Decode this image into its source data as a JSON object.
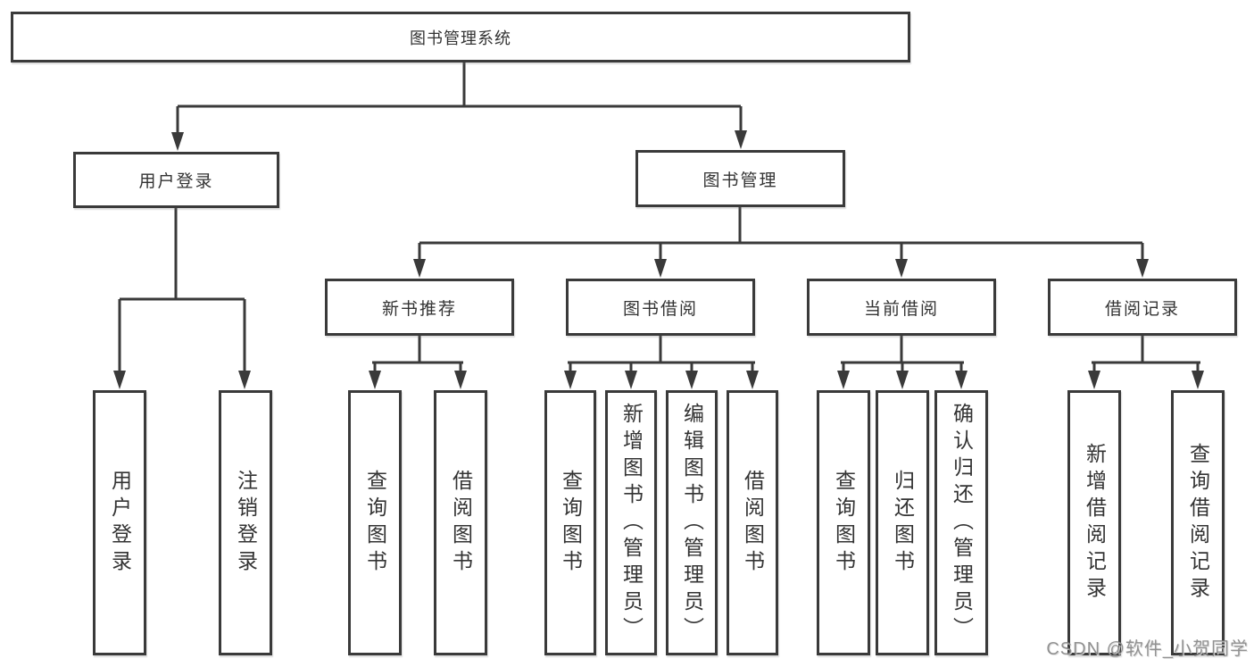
{
  "diagram": {
    "type": "hierarchy-tree",
    "colors": {
      "line": "#3a3a3a",
      "box_border": "#3a3a3a",
      "text": "#333333",
      "background": "#ffffff",
      "watermark": "#7d7d7d"
    }
  },
  "tree": {
    "label": "图书管理系统",
    "children": [
      {
        "label": "用户登录",
        "children": [
          {
            "label": "用户登录"
          },
          {
            "label": "注销登录"
          }
        ]
      },
      {
        "label": "图书管理",
        "children": [
          {
            "label": "新书推荐",
            "children": [
              {
                "label": "查询图书"
              },
              {
                "label": "借阅图书"
              }
            ]
          },
          {
            "label": "图书借阅",
            "children": [
              {
                "label": "查询图书"
              },
              {
                "label": "新增图书（管理员）"
              },
              {
                "label": "编辑图书（管理员）"
              },
              {
                "label": "借阅图书"
              }
            ]
          },
          {
            "label": "当前借阅",
            "children": [
              {
                "label": "查询图书"
              },
              {
                "label": "归还图书"
              },
              {
                "label": "确认归还（管理员）"
              }
            ]
          },
          {
            "label": "借阅记录",
            "children": [
              {
                "label": "新增借阅记录"
              },
              {
                "label": "查询借阅记录"
              }
            ]
          }
        ]
      }
    ]
  },
  "watermark": {
    "text": "CSDN @软件_小贺同学"
  }
}
